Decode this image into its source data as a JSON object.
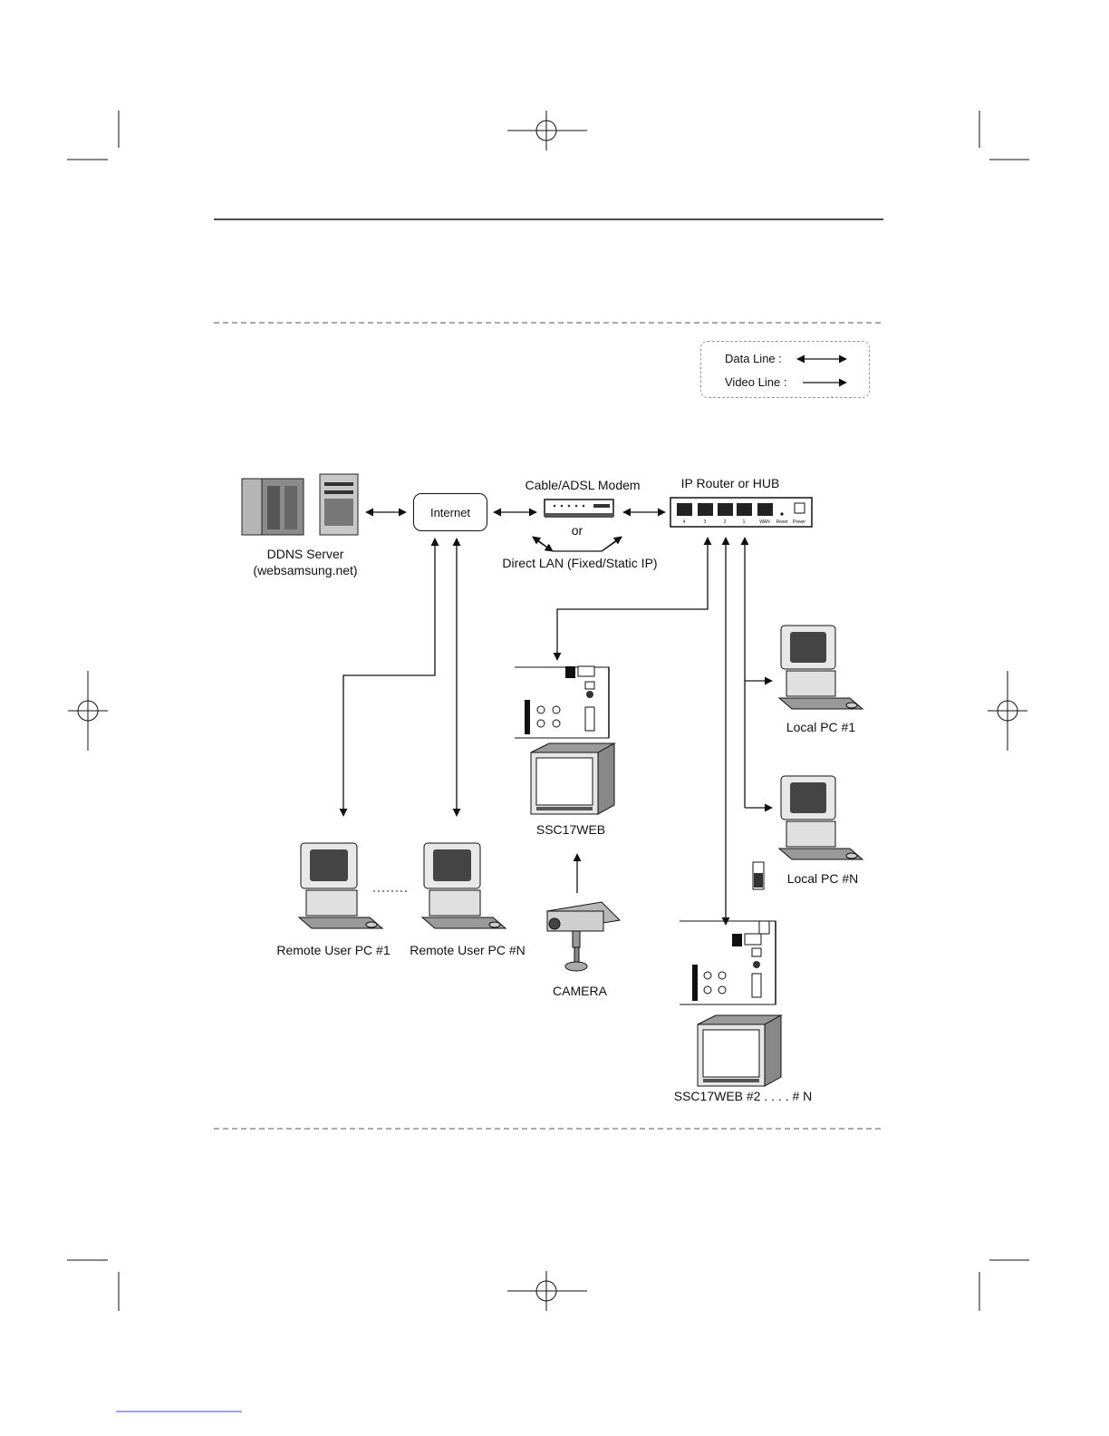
{
  "legend": {
    "data_line": "Data Line :",
    "video_line": "Video Line :"
  },
  "nodes": {
    "ddns_server": "DDNS Server",
    "ddns_host": "(websamsung.net)",
    "internet": "Internet",
    "modem": "Cable/ADSL Modem",
    "or": "or",
    "direct_lan": "Direct LAN (Fixed/Static IP)",
    "router": "IP Router or HUB",
    "local_pc_1": "Local PC #1",
    "local_pc_n": "Local PC #N",
    "ssc17web": "SSC17WEB",
    "camera": "CAMERA",
    "remote_pc_1": "Remote User PC #1",
    "remote_pc_n": "Remote User PC #N",
    "ssc17web_n": "SSC17WEB #2 . . . . # N"
  },
  "router_ports": [
    "4",
    "3",
    "2",
    "1",
    "WAN",
    "Reset",
    "Power"
  ],
  "connections": [
    {
      "from": "ddns_server",
      "to": "internet",
      "type": "data"
    },
    {
      "from": "internet",
      "to": "modem",
      "type": "data"
    },
    {
      "from": "modem",
      "to": "router",
      "type": "data"
    },
    {
      "from": "router",
      "to": "ssc17web",
      "type": "data"
    },
    {
      "from": "router",
      "to": "local_pc_1",
      "type": "data"
    },
    {
      "from": "router",
      "to": "local_pc_n",
      "type": "data"
    },
    {
      "from": "router",
      "to": "ssc17web_n",
      "type": "data"
    },
    {
      "from": "internet",
      "to": "remote_pc_1",
      "type": "data"
    },
    {
      "from": "internet",
      "to": "remote_pc_n",
      "type": "data"
    },
    {
      "from": "camera",
      "to": "ssc17web",
      "type": "video"
    }
  ]
}
